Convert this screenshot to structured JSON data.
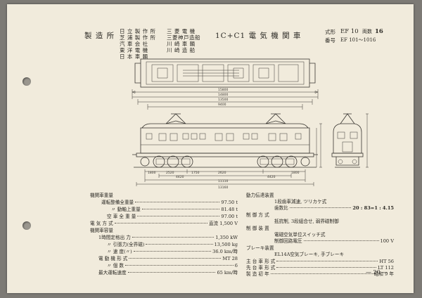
{
  "header": {
    "maker_label": "製 造 所",
    "makers": [
      "日 立 製 作 所",
      "芝 浦 製 作 所",
      "汽 車 会 社",
      "東 洋 電 機",
      "日 本 車 輌"
    ],
    "makers_right": [
      "三 菱 電 機",
      "三菱神戸造船",
      "川 崎 車 輌",
      "川 崎 造 船"
    ],
    "title": "1C+C1 電 気 機 関 車",
    "type_label": "式形",
    "type_value": "EF 10",
    "count_label": "両数",
    "count_value": "16",
    "number_label": "番号",
    "number_value": "EF 101〜1016"
  },
  "drawing": {
    "dims_top": [
      "15800",
      "14800",
      "13500",
      "9400"
    ],
    "dims_bottom": [
      "1800",
      "2520",
      "1750",
      "2620",
      "1800",
      "4420",
      "4420",
      "11110",
      "13160"
    ]
  },
  "specs_left": [
    {
      "label": "機関車重量",
      "value": ""
    },
    {
      "label": "運転整備全重量",
      "value": "97.50 t"
    },
    {
      "label": "〃 動軸上重量",
      "value": "81.48 t"
    },
    {
      "label": "空 車 全 重 量",
      "value": "97.00 t"
    },
    {
      "label": "電 気 方 式",
      "value": "直流 1,500 V"
    },
    {
      "label": "機関車容量",
      "value": ""
    },
    {
      "label": "1時間定格出 力",
      "value": "1,350 kW"
    },
    {
      "label": "〃 引張力(全界磁)",
      "value": "13,500 kg"
    },
    {
      "label": "〃 速 度(〃)",
      "value": "36.0 km/時"
    },
    {
      "label": "電 動 機 形 式",
      "value": "MT 28"
    },
    {
      "label": "〃 個 数",
      "value": "6"
    },
    {
      "label": "最大運転速度",
      "value": "65 km/時"
    }
  ],
  "specs_right": [
    {
      "label": "動力伝達装置",
      "value": ""
    },
    {
      "label": "1段歯車減速, ツリカケ式",
      "value": ""
    },
    {
      "label": "歯数比",
      "value": "20 : 83=1 : 4.15"
    },
    {
      "label": "制 御 方 式",
      "value": ""
    },
    {
      "label": "抵抗制, 3段組合せ, 弱界磁制御",
      "value": ""
    },
    {
      "label": "制 御 装 置",
      "value": ""
    },
    {
      "label": "電磁空気単位スイッチ式",
      "value": ""
    },
    {
      "label": "制御回路電圧",
      "value": "100 V"
    },
    {
      "label": "ブレーキ装置",
      "value": ""
    },
    {
      "label": "EL14A空気ブレーキ, 手ブレーキ",
      "value": ""
    },
    {
      "label": "主 台 車 形 式",
      "value": "HT 56"
    },
    {
      "label": "先 台 車 形 式",
      "value": "LT 112"
    },
    {
      "label": "製 造 初 年",
      "value": "昭和 9 年"
    }
  ],
  "page_number": "— 20 —"
}
